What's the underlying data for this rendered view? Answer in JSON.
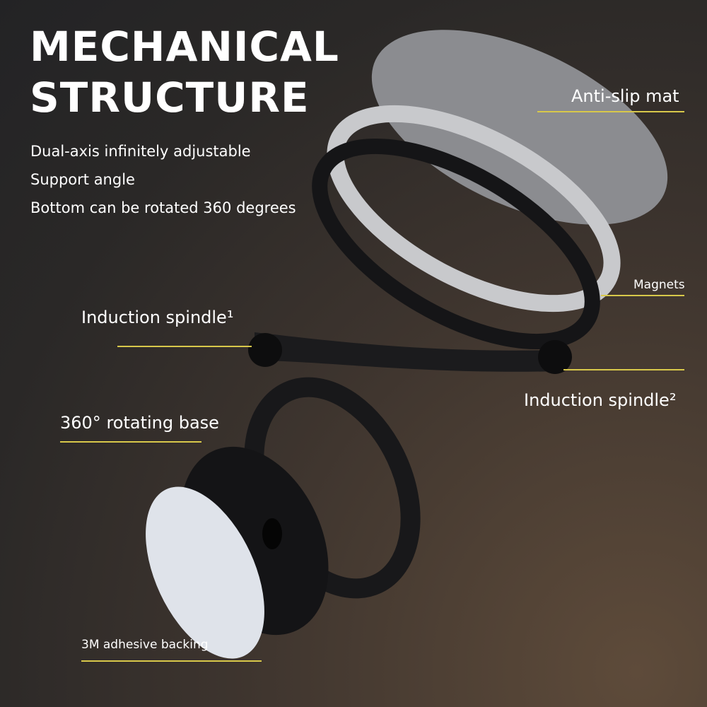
{
  "title": {
    "line1": "MECHANICAL",
    "line2": "STRUCTURE"
  },
  "features": [
    "Dual-axis infinitely adjustable",
    "Support angle",
    "Bottom can be rotated 360 degrees"
  ],
  "labels": {
    "anti_slip": "Anti-slip mat",
    "magnets": "Magnets",
    "spindle1": "Induction spindle¹",
    "spindle2": "Induction spindle²",
    "base": "360° rotating base",
    "adhesive": "3M adhesive backing"
  },
  "colors": {
    "accent_line": "#d8c84a"
  }
}
